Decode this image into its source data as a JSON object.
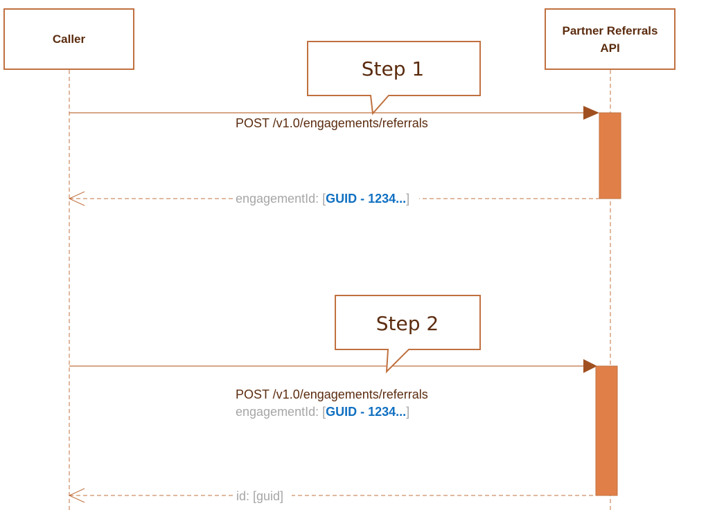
{
  "actors": {
    "caller": {
      "label": "Caller"
    },
    "api": {
      "line1": "Partner Referrals",
      "line2": "API"
    }
  },
  "steps": [
    {
      "callout": "Step 1",
      "request": {
        "text": "POST /v1.0/engagements/referrals"
      },
      "response": {
        "prefix": "engagementId: [",
        "highlight": "GUID - 1234...",
        "suffix": "]"
      }
    },
    {
      "callout": "Step 2",
      "request": {
        "text": "POST /v1.0/engagements/referrals",
        "param_prefix": "engagementId: [",
        "param_highlight": "GUID - 1234...",
        "param_suffix": "]"
      },
      "response": {
        "text": "id: [guid]"
      }
    }
  ],
  "colors": {
    "box_border": "#c0703f",
    "activation_fill": "#e08048",
    "arrow_fill": "#a05020",
    "text_dark": "#5b2c0f",
    "text_grey": "#a6a6a6",
    "text_blue": "#1170c1"
  }
}
